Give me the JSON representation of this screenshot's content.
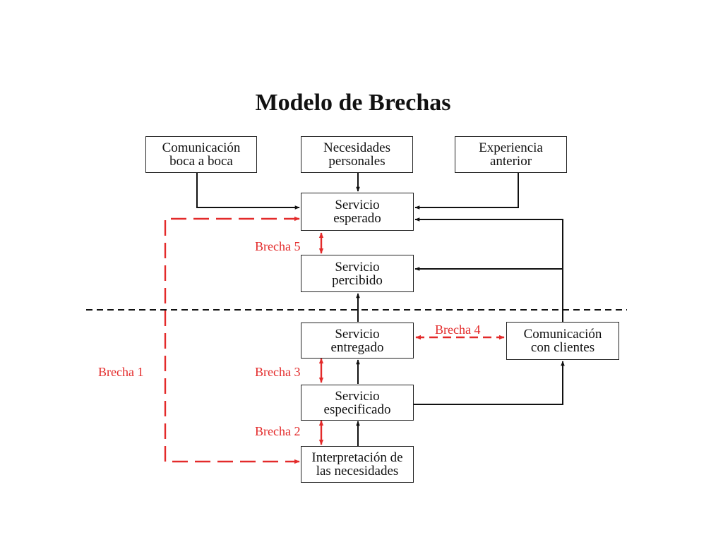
{
  "title": "Modelo de Brechas",
  "boxes": {
    "boca": {
      "line1": "Comunicación",
      "line2": "boca a boca"
    },
    "necesidades": {
      "line1": "Necesidades",
      "line2": "personales"
    },
    "experiencia": {
      "line1": "Experiencia",
      "line2": "anterior"
    },
    "esperado": {
      "line1": "Servicio",
      "line2": "esperado"
    },
    "percibido": {
      "line1": "Servicio",
      "line2": "percibido"
    },
    "entregado": {
      "line1": "Servicio",
      "line2": "entregado"
    },
    "comunicacion": {
      "line1": "Comunicación",
      "line2": "con clientes"
    },
    "especificado": {
      "line1": "Servicio",
      "line2": "especificado"
    },
    "interpretacion": {
      "line1": "Interpretación de",
      "line2": "las necesidades"
    }
  },
  "gaps": {
    "brecha1": "Brecha 1",
    "brecha2": "Brecha 2",
    "brecha3": "Brecha 3",
    "brecha4": "Brecha 4",
    "brecha5": "Brecha 5"
  },
  "colors": {
    "gap": "#e32a2a",
    "line": "#111111",
    "divider": "#111111"
  }
}
